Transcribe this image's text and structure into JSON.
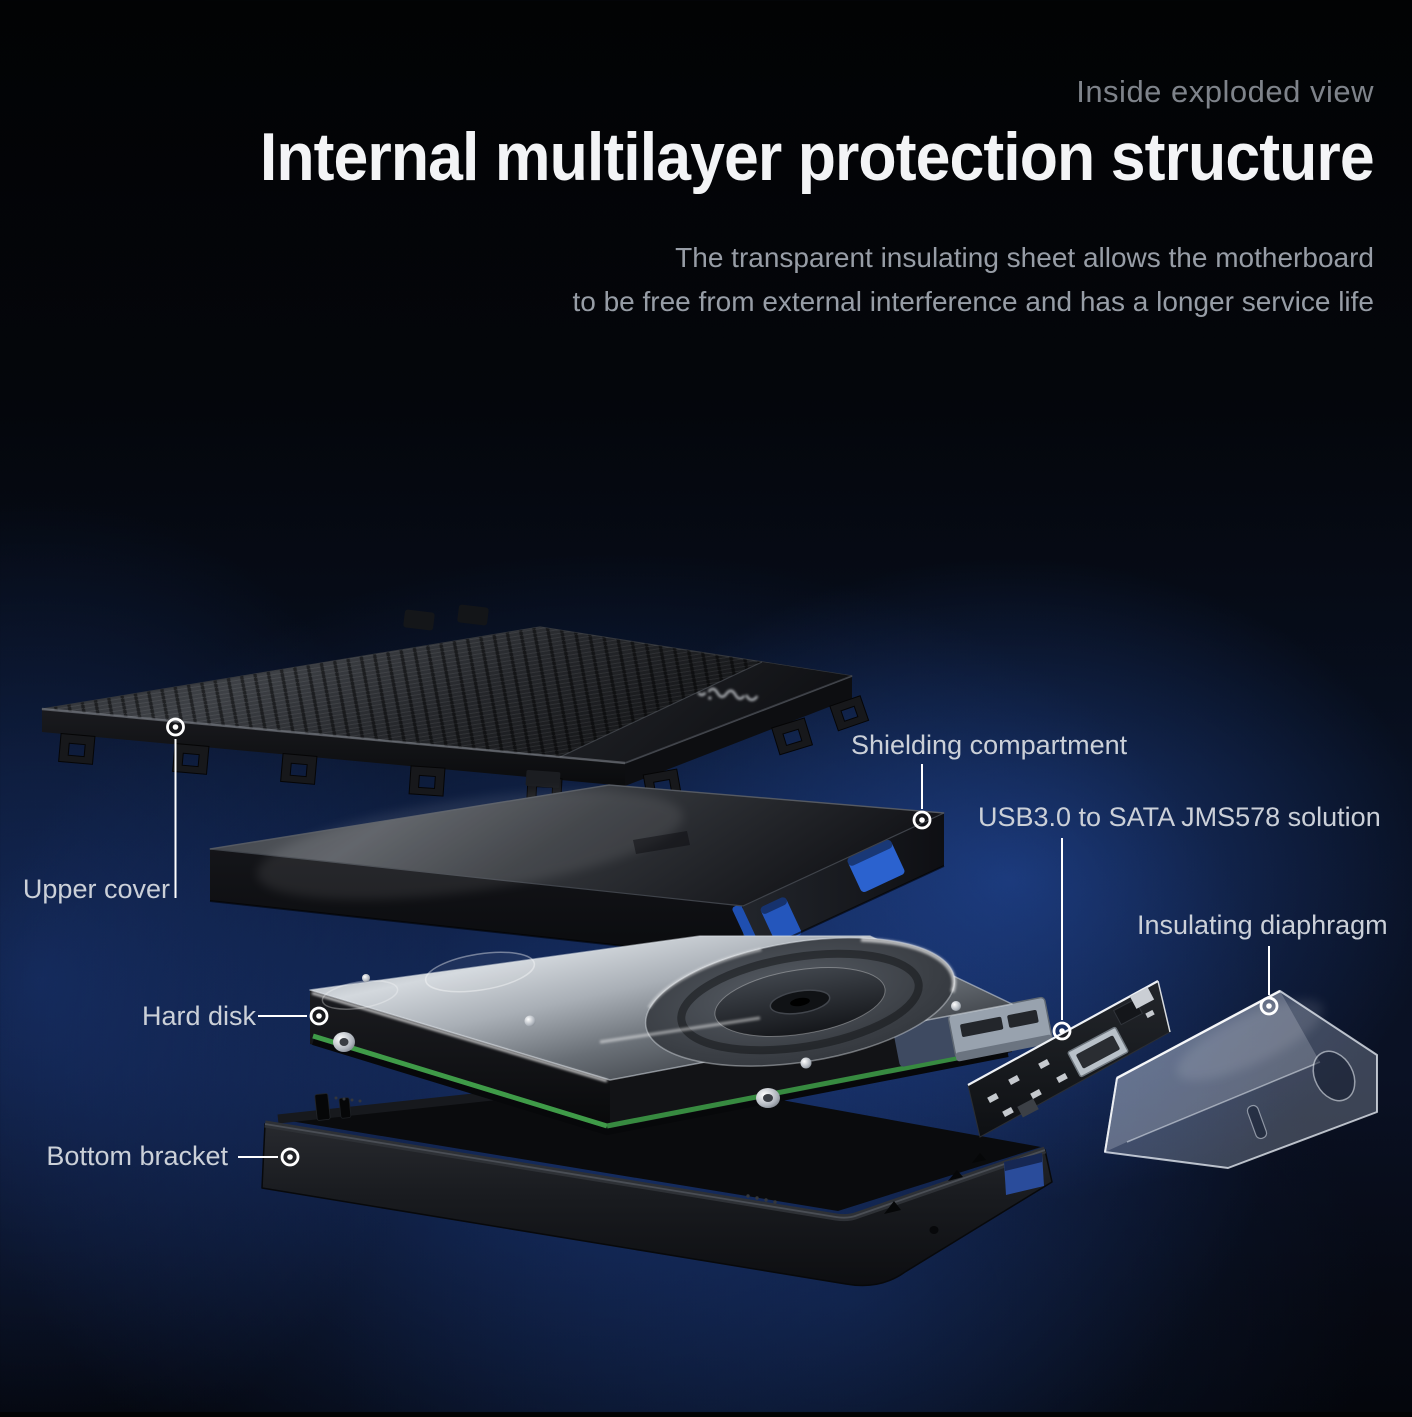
{
  "header": {
    "eyebrow": "Inside exploded view",
    "title": "Internal multilayer protection structure",
    "subtitle_line1": "The transparent insulating sheet allows the motherboard",
    "subtitle_line2": "to be free from external interference and has a longer service life"
  },
  "callouts": [
    {
      "id": "upper-cover",
      "label": "Upper cover"
    },
    {
      "id": "shielding-compartment",
      "label": "Shielding compartment"
    },
    {
      "id": "usb-bridge",
      "label": "USB3.0 to SATA JMS578 solution"
    },
    {
      "id": "hard-disk",
      "label": "Hard disk"
    },
    {
      "id": "insulating-diaphragm",
      "label": "Insulating diaphragm"
    },
    {
      "id": "bottom-bracket",
      "label": "Bottom bracket"
    }
  ],
  "diagram_parts": [
    "Upper cover",
    "Shielding compartment",
    "Hard disk",
    "USB3.0 to SATA bridge PCB",
    "Insulating diaphragm",
    "Bottom bracket"
  ],
  "colors": {
    "background": "#04060c",
    "glow_blue": "#2450a8",
    "accent_cutout_blue": "#2b62cf",
    "pcb_green": "#3f9b48",
    "title_text": "#f3f4f6",
    "muted_text": "#7e838a",
    "label_text": "#cbd0d8",
    "marker": "#ffffff"
  }
}
